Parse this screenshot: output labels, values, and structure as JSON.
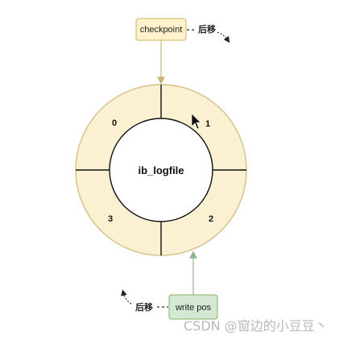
{
  "diagram": {
    "center_label": "ib_logfile",
    "segments": [
      "0",
      "1",
      "2",
      "3"
    ],
    "checkpoint": {
      "label": "checkpoint",
      "move_label": "后移"
    },
    "write_pos": {
      "label": "write pos",
      "move_label": "后移"
    },
    "watermark": "CSDN @窗边的小豆豆丶"
  },
  "colors": {
    "ring_fill": "#fbf0d2",
    "ring_stroke": "#d6c48a",
    "checkpoint_fill": "#fff2cc",
    "checkpoint_stroke": "#d6b656",
    "write_pos_fill": "#d5e8d4",
    "write_pos_stroke": "#82b366",
    "arrow_checkpoint": "#c9b37a",
    "arrow_write_pos": "#8fb58a"
  }
}
